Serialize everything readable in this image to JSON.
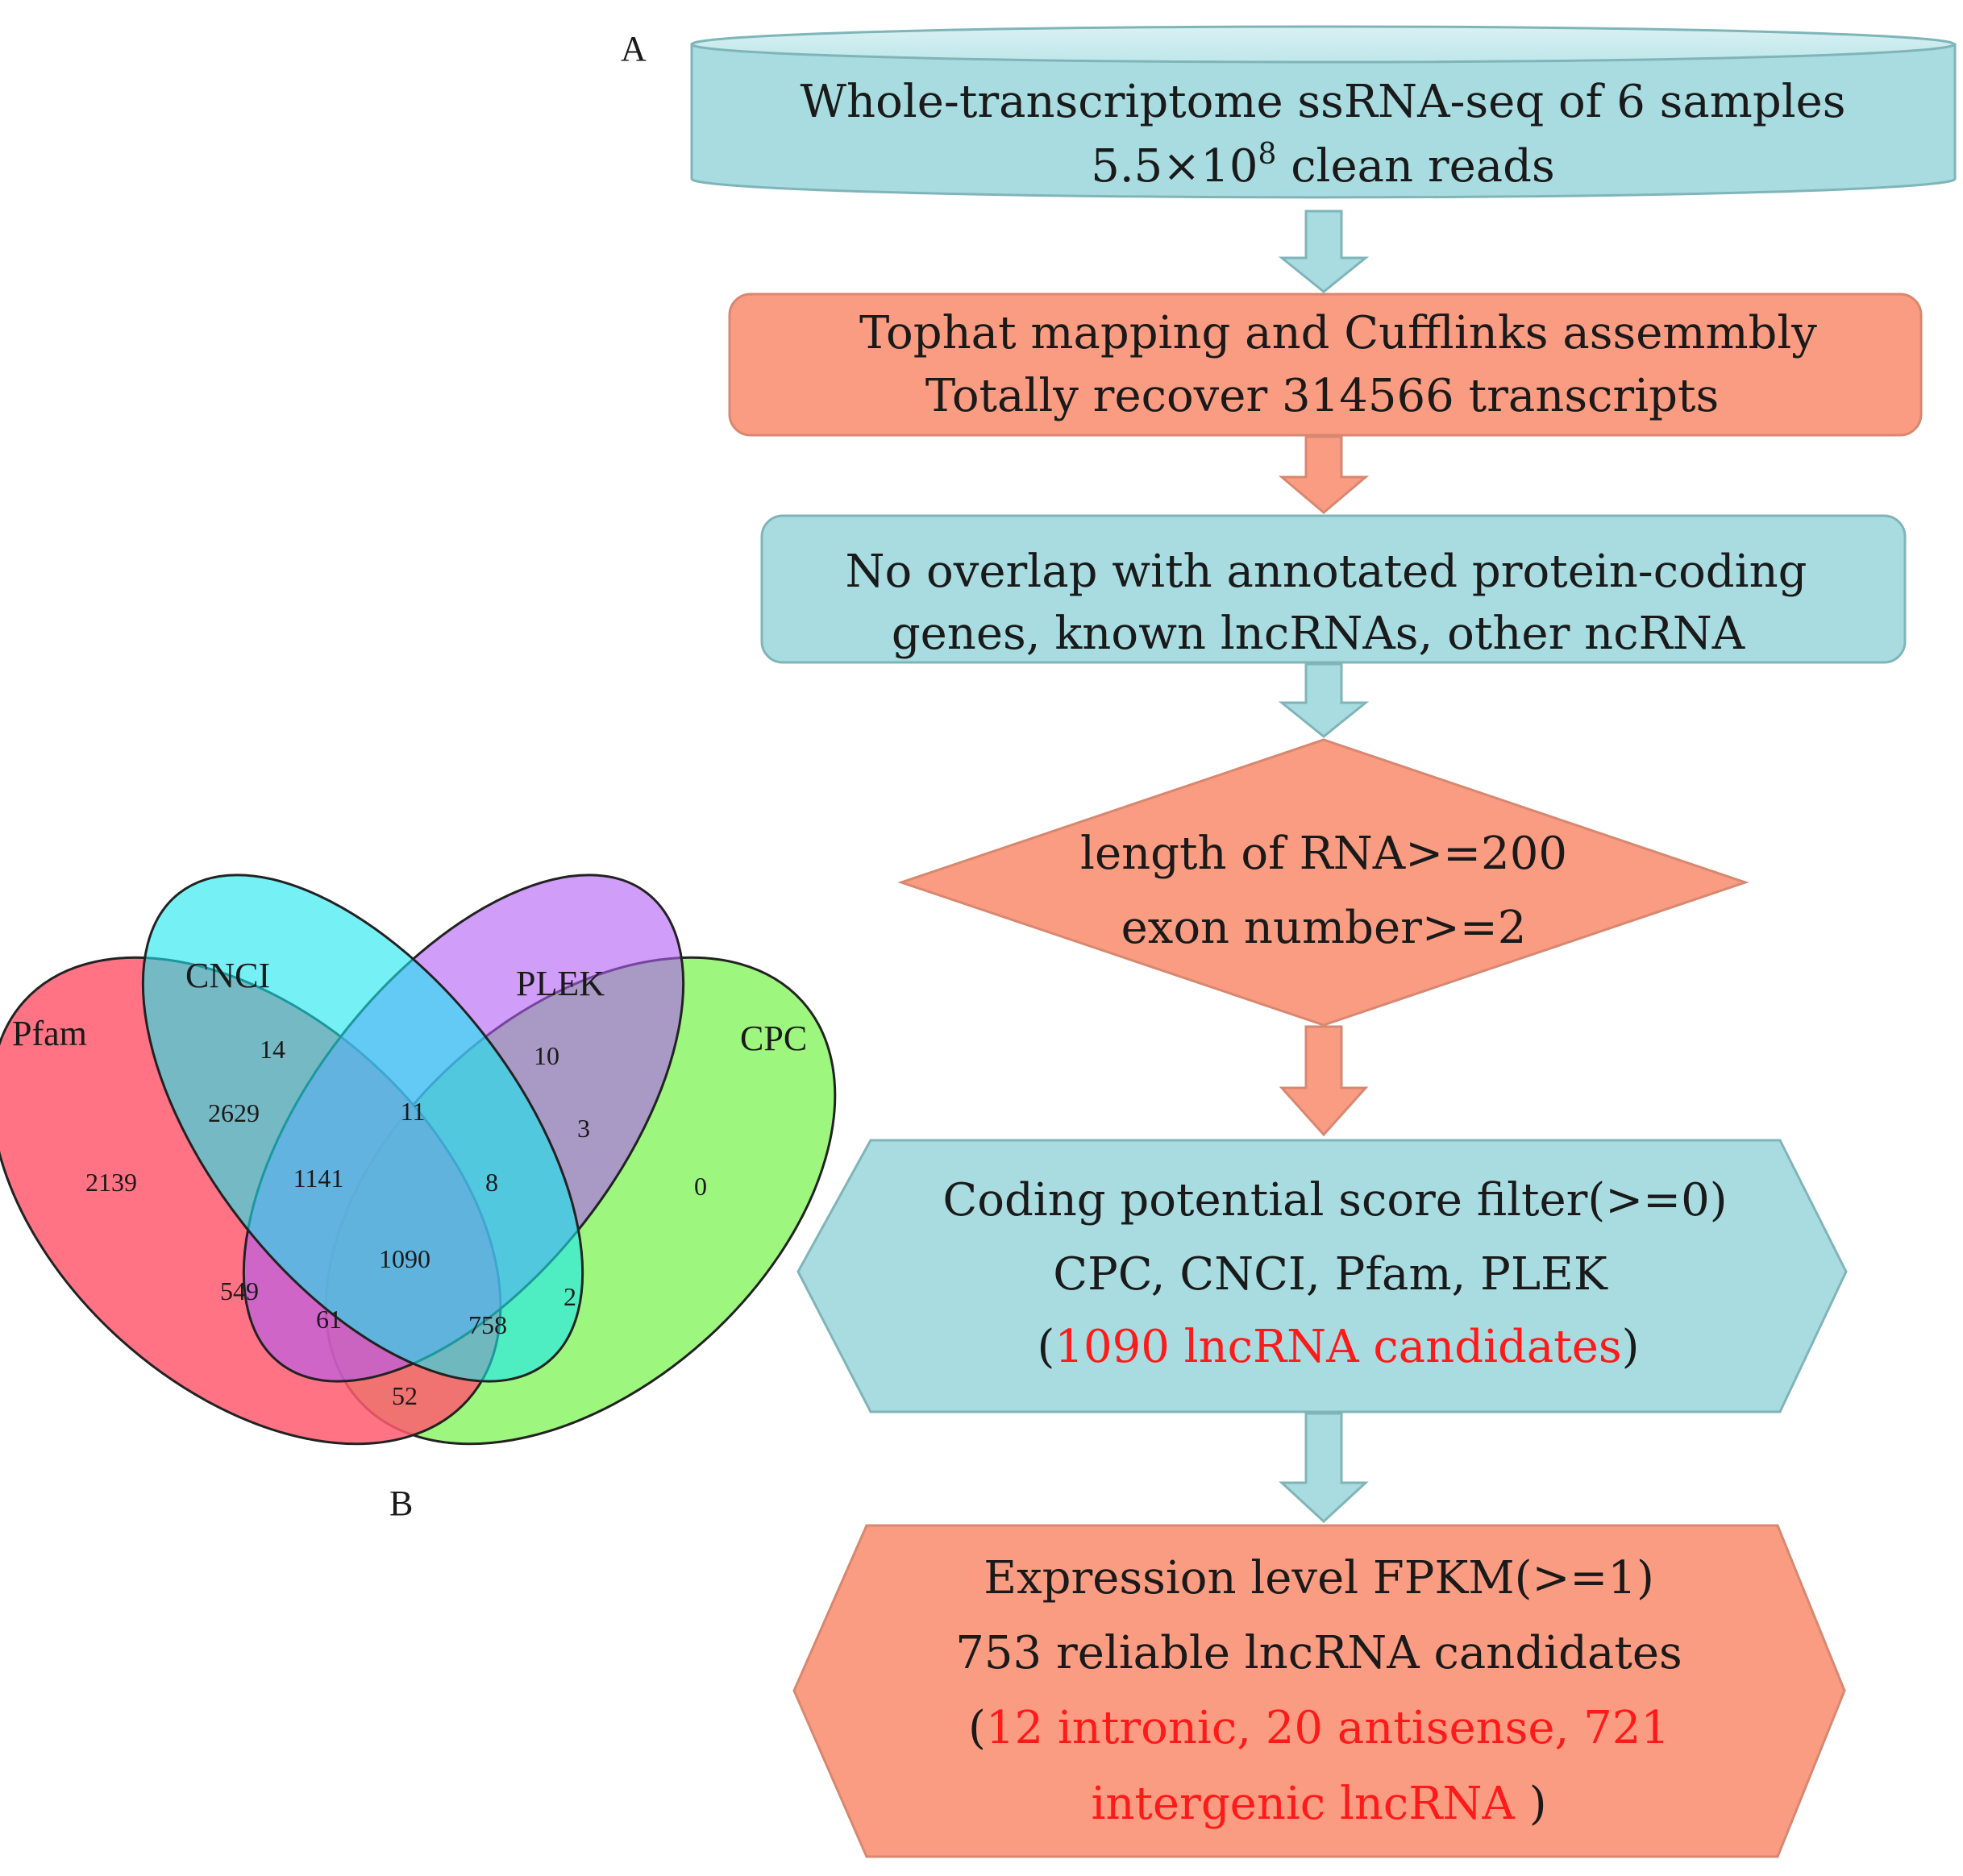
{
  "panel_labels": {
    "a": "A",
    "b": "B"
  },
  "colors": {
    "teal": "#a8dce0",
    "salmon": "#fa9c82",
    "red_text": "#ff1a1a",
    "pfam": "#ff5a6e",
    "cnci": "#19e8f0",
    "plek": "#b05cf5",
    "cpc": "#8cf566"
  },
  "flow": {
    "step1": {
      "line1": "Whole-transcriptome ssRNA-seq of 6 samples",
      "line2": "5.5×10",
      "sup": "8",
      "line2_rest": " clean reads"
    },
    "step2": {
      "line1": "Tophat mapping and Cufflinks assemmbly",
      "line2": "Totally recover 314566 transcripts"
    },
    "step3": {
      "line1": "No overlap with annotated protein-coding",
      "line2": "genes, known lncRNAs, other ncRNA"
    },
    "step4": {
      "line1": "length of RNA>=200",
      "line2": "exon number>=2"
    },
    "step5": {
      "line1": "Coding potential score filter(>=0)",
      "line2": "CPC, CNCI, Pfam, PLEK",
      "open": "(",
      "red": "1090 lncRNA candidates",
      "close": ")"
    },
    "step6": {
      "line1": "Expression level FPKM(>=1)",
      "line2": "753 reliable lncRNA candidates",
      "open": "(",
      "red1": "12 intronic, 20 antisense, 721",
      "red2": "intergenic lncRNA",
      "close": " )"
    }
  },
  "venn": {
    "sets": [
      {
        "name": "Pfam",
        "key": "pfam"
      },
      {
        "name": "CNCI",
        "key": "cnci"
      },
      {
        "name": "PLEK",
        "key": "plek"
      },
      {
        "name": "CPC",
        "key": "cpc"
      }
    ],
    "regions": [
      {
        "id": "cnci-only",
        "value": "14"
      },
      {
        "id": "plek-only",
        "value": "10"
      },
      {
        "id": "pfam-cnci",
        "value": "2629"
      },
      {
        "id": "cnci-plek",
        "value": "11"
      },
      {
        "id": "plek-cpc",
        "value": "3"
      },
      {
        "id": "pfam-only",
        "value": "2139"
      },
      {
        "id": "pfam-cnci-plek",
        "value": "1141"
      },
      {
        "id": "cnci-plek-cpc",
        "value": "8"
      },
      {
        "id": "cpc-only",
        "value": "0"
      },
      {
        "id": "all-four",
        "value": "1090"
      },
      {
        "id": "pfam-plek",
        "value": "549"
      },
      {
        "id": "cnci-cpc",
        "value": "2"
      },
      {
        "id": "pfam-plek-cpc",
        "value": "61"
      },
      {
        "id": "pfam-cnci-cpc",
        "value": "758"
      },
      {
        "id": "pfam-cpc",
        "value": "52"
      }
    ]
  }
}
